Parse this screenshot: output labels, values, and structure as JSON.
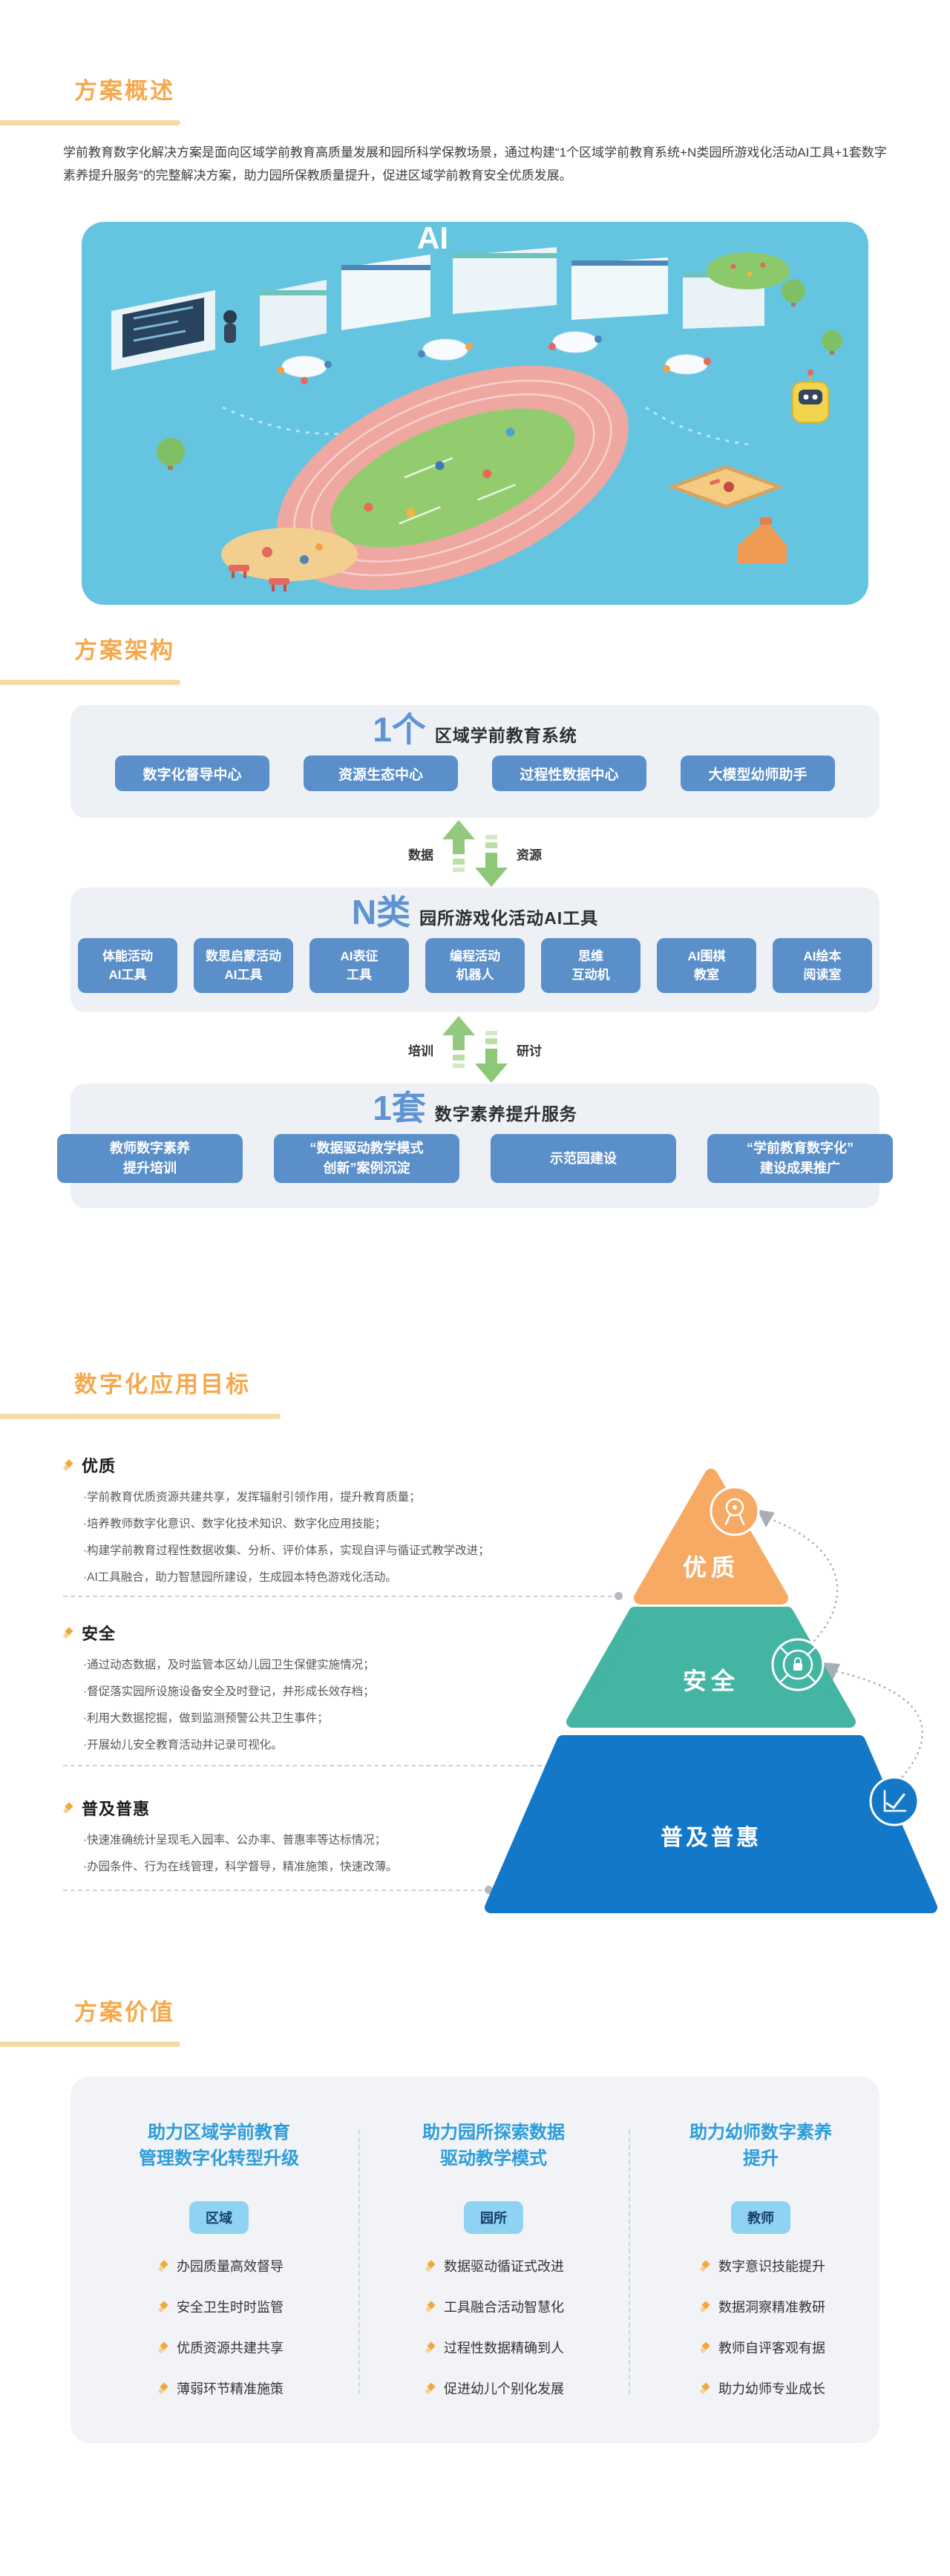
{
  "colors": {
    "accent_orange": "#F6A94C",
    "underline_orange": "#F7D9A4",
    "panel_gray": "#EDF1F5",
    "chip_blue": "#5B8FC9",
    "arrow_green": "#92C97E",
    "pyramid_orange": "#F6AA63",
    "pyramid_teal": "#44B5A3",
    "pyramid_blue": "#1478C9",
    "value_title_blue": "#2C9CDA",
    "value_badge_blue": "#8FD2F1"
  },
  "overview": {
    "title": "方案概述",
    "paragraph": "学前教育数字化解决方案是面向区域学前教育高质量发展和园所科学保教场景，通过构建“1个区域学前教育系统+N类园所游戏化活动AI工具+1套数字素养提升服务”的完整解决方案，助力园所保教质量提升，促进区域学前教育安全优质发展。",
    "illustration_label": "AI"
  },
  "architecture": {
    "title": "方案架构",
    "tiers": [
      {
        "num": "1个",
        "heading": "区域学前教育系统",
        "items": [
          "数字化督导中心",
          "资源生态中心",
          "过程性数据中心",
          "大模型幼师助手"
        ]
      },
      {
        "num": "N类",
        "heading": "园所游戏化活动AI工具",
        "items": [
          "体能活动\nAI工具",
          "数思启蒙活动\nAI工具",
          "AI表征\n工具",
          "编程活动\n机器人",
          "思维\n互动机",
          "AI围棋\n教室",
          "AI绘本\n阅读室"
        ]
      },
      {
        "num": "1套",
        "heading": "数字素养提升服务",
        "items": [
          "教师数字素养\n提升培训",
          "“数据驱动教学模式\n创新”案例沉淀",
          "示范园建设",
          "“学前教育数字化”\n建设成果推广"
        ]
      }
    ],
    "connectors": [
      {
        "left": "数据",
        "right": "资源"
      },
      {
        "left": "培训",
        "right": "研讨"
      }
    ]
  },
  "goals": {
    "title": "数字化应用目标",
    "groups": [
      {
        "heading": "优质",
        "bullets": [
          "·学前教育优质资源共建共享，发挥辐射引领作用，提升教育质量；",
          "·培养教师数字化意识、数字化技术知识、数字化应用技能；",
          "·构建学前教育过程性数据收集、分析、评价体系，实现自评与循证式教学改进；",
          "·AI工具融合，助力智慧园所建设，生成园本特色游戏化活动。"
        ]
      },
      {
        "heading": "安全",
        "bullets": [
          "·通过动态数据，及时监管本区幼儿园卫生保健实施情况；",
          "·督促落实园所设施设备安全及时登记，并形成长效存档；",
          "·利用大数据挖掘，做到监测预警公共卫生事件；",
          "·开展幼儿安全教育活动并记录可视化。"
        ]
      },
      {
        "heading": "普及普惠",
        "bullets": [
          "·快速准确统计呈现毛入园率、公办率、普惠率等达标情况；",
          "·办园条件、行为在线管理，科学督导，精准施策，快速改薄。"
        ]
      }
    ],
    "pyramid": {
      "levels": [
        {
          "label": "优质",
          "color": "#F6AA63",
          "icon": "medal-icon"
        },
        {
          "label": "安全",
          "color": "#44B5A3",
          "icon": "shield-lock-icon"
        },
        {
          "label": "普及普惠",
          "color": "#1478C9",
          "icon": "chart-check-icon"
        }
      ]
    }
  },
  "value": {
    "title": "方案价值",
    "columns": [
      {
        "heading": "助力区域学前教育\n管理数字化转型升级",
        "badge": "区域",
        "items": [
          "办园质量高效督导",
          "安全卫生时时监管",
          "优质资源共建共享",
          "薄弱环节精准施策"
        ]
      },
      {
        "heading": "助力园所探索数据\n驱动教学模式",
        "badge": "园所",
        "items": [
          "数据驱动循证式改进",
          "工具融合活动智慧化",
          "过程性数据精确到人",
          "促进幼儿个别化发展"
        ]
      },
      {
        "heading": "助力幼师数字素养\n提升",
        "badge": "教师",
        "items": [
          "数字意识技能提升",
          "数据洞察精准教研",
          "教师自评客观有据",
          "助力幼师专业成长"
        ]
      }
    ]
  }
}
